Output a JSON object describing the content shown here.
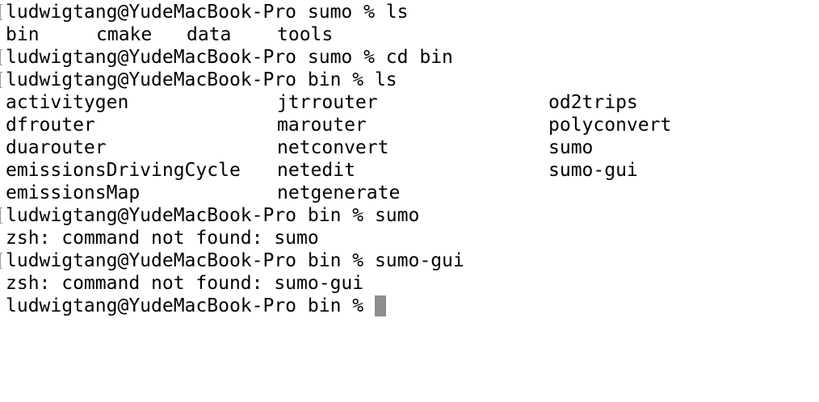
{
  "session": {
    "line1": "ludwigtang@YudeMacBook-Pro sumo % ls",
    "ls_sumo": [
      "bin",
      "cmake",
      "data",
      "tools"
    ],
    "line3": "ludwigtang@YudeMacBook-Pro sumo % cd bin",
    "line4": "ludwigtang@YudeMacBook-Pro bin % ls",
    "ls_bin_rows": [
      [
        "activitygen",
        "jtrrouter",
        "od2trips"
      ],
      [
        "dfrouter",
        "marouter",
        "polyconvert"
      ],
      [
        "duarouter",
        "netconvert",
        "sumo"
      ],
      [
        "emissionsDrivingCycle",
        "netedit",
        "sumo-gui"
      ],
      [
        "emissionsMap",
        "netgenerate",
        ""
      ]
    ],
    "line10": "ludwigtang@YudeMacBook-Pro bin % sumo",
    "line11": "zsh: command not found: sumo",
    "line12": "ludwigtang@YudeMacBook-Pro bin % sumo-gui",
    "line13": "zsh: command not found: sumo-gui",
    "prompt": "ludwigtang@YudeMacBook-Pro bin % "
  },
  "colors": {
    "background": "#ffffff",
    "text": "#000000",
    "cursor": "#8e8e8e"
  }
}
